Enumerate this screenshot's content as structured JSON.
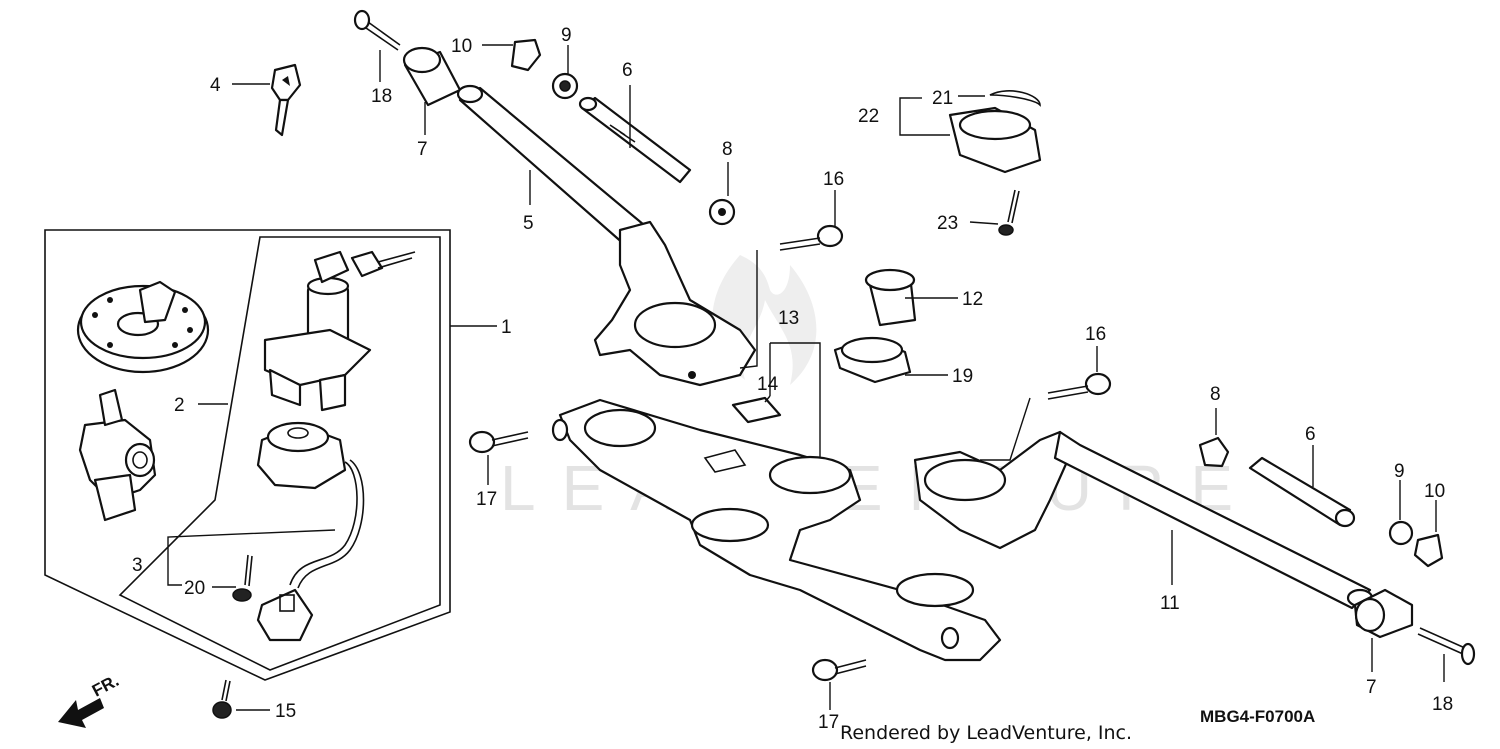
{
  "callouts": {
    "c1": "1",
    "c2": "2",
    "c3": "3",
    "c4": "4",
    "c5": "5",
    "c6a": "6",
    "c6b": "6",
    "c7a": "7",
    "c7b": "7",
    "c8a": "8",
    "c8b": "8",
    "c9a": "9",
    "c9b": "9",
    "c10a": "10",
    "c10b": "10",
    "c11": "11",
    "c12": "12",
    "c13": "13",
    "c14": "14",
    "c15": "15",
    "c16a": "16",
    "c16b": "16",
    "c17a": "17",
    "c17b": "17",
    "c18a": "18",
    "c18b": "18",
    "c19": "19",
    "c20": "20",
    "c21": "21",
    "c22": "22",
    "c23": "23"
  },
  "diagram_code": "MBG4-F0700A",
  "credit": "Rendered by LeadVenture, Inc.",
  "front_marker": "FR.",
  "watermark": "LEADVENTURE"
}
